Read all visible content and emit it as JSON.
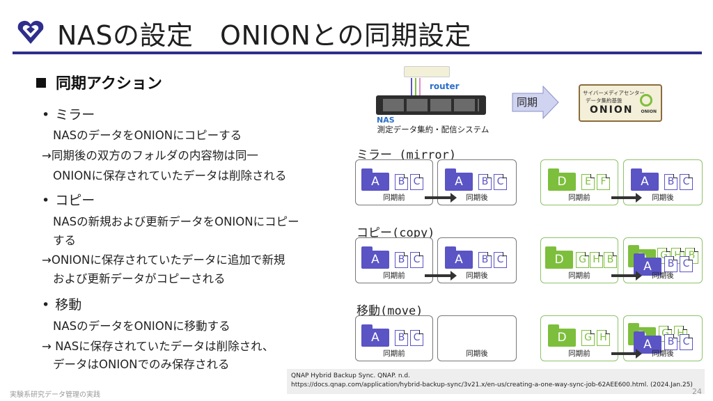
{
  "title": "NASの設定　ONIONとの同期設定",
  "section_heading": "同期アクション",
  "items": [
    {
      "bullet": "ミラー",
      "lines": [
        "NASのデータをONIONにコピーする",
        "→同期後の双方のフォルダの内容物は同一",
        "ONIONに保存されていたデータは削除される"
      ]
    },
    {
      "bullet": "コピー",
      "lines": [
        "NASの新規および更新データをONIONにコピー",
        "する",
        "→ONIONに保存されていたデータに追加で新規",
        "および更新データがコピーされる"
      ]
    },
    {
      "bullet": "移動",
      "lines": [
        "NASのデータをONIONに移動する",
        "→ NASに保存されていたデータは削除され、",
        "データはONIONでのみ保存される"
      ]
    }
  ],
  "diagram": {
    "router_label": "router",
    "nas_label": "NAS",
    "nas_caption": "測定データ集約・配信システム",
    "sync_label": "同期",
    "onion_line1": "サイバーメディアセンター",
    "onion_line2": "データ集約基盤",
    "onion_name": "ONION",
    "onion_small": "ONION"
  },
  "sections": {
    "mirror": "ミラー (mirror)",
    "copy": "コピー(copy)",
    "move": "移動(move)"
  },
  "captions": {
    "before": "同期前",
    "after": "同期後"
  },
  "glyphs": {
    "A": "A",
    "B": "B",
    "C": "C",
    "D": "D",
    "E": "E",
    "F": "F",
    "G": "G",
    "H": "H"
  },
  "reference": {
    "line1": "QNAP Hybrid Backup Sync. QNAP.  n.d.",
    "line2": "https://docs.qnap.com/application/hybrid-backup-sync/3v21.x/en-us/creating-a-one-way-sync-job-62AEE600.html.  (2024.Jan.25)"
  },
  "footer_left": "実験系研究データ管理の実践",
  "page_number": "24",
  "colors": {
    "accent": "#2e2e8c",
    "purple": "#5a54c4",
    "green": "#7dbf3c"
  }
}
